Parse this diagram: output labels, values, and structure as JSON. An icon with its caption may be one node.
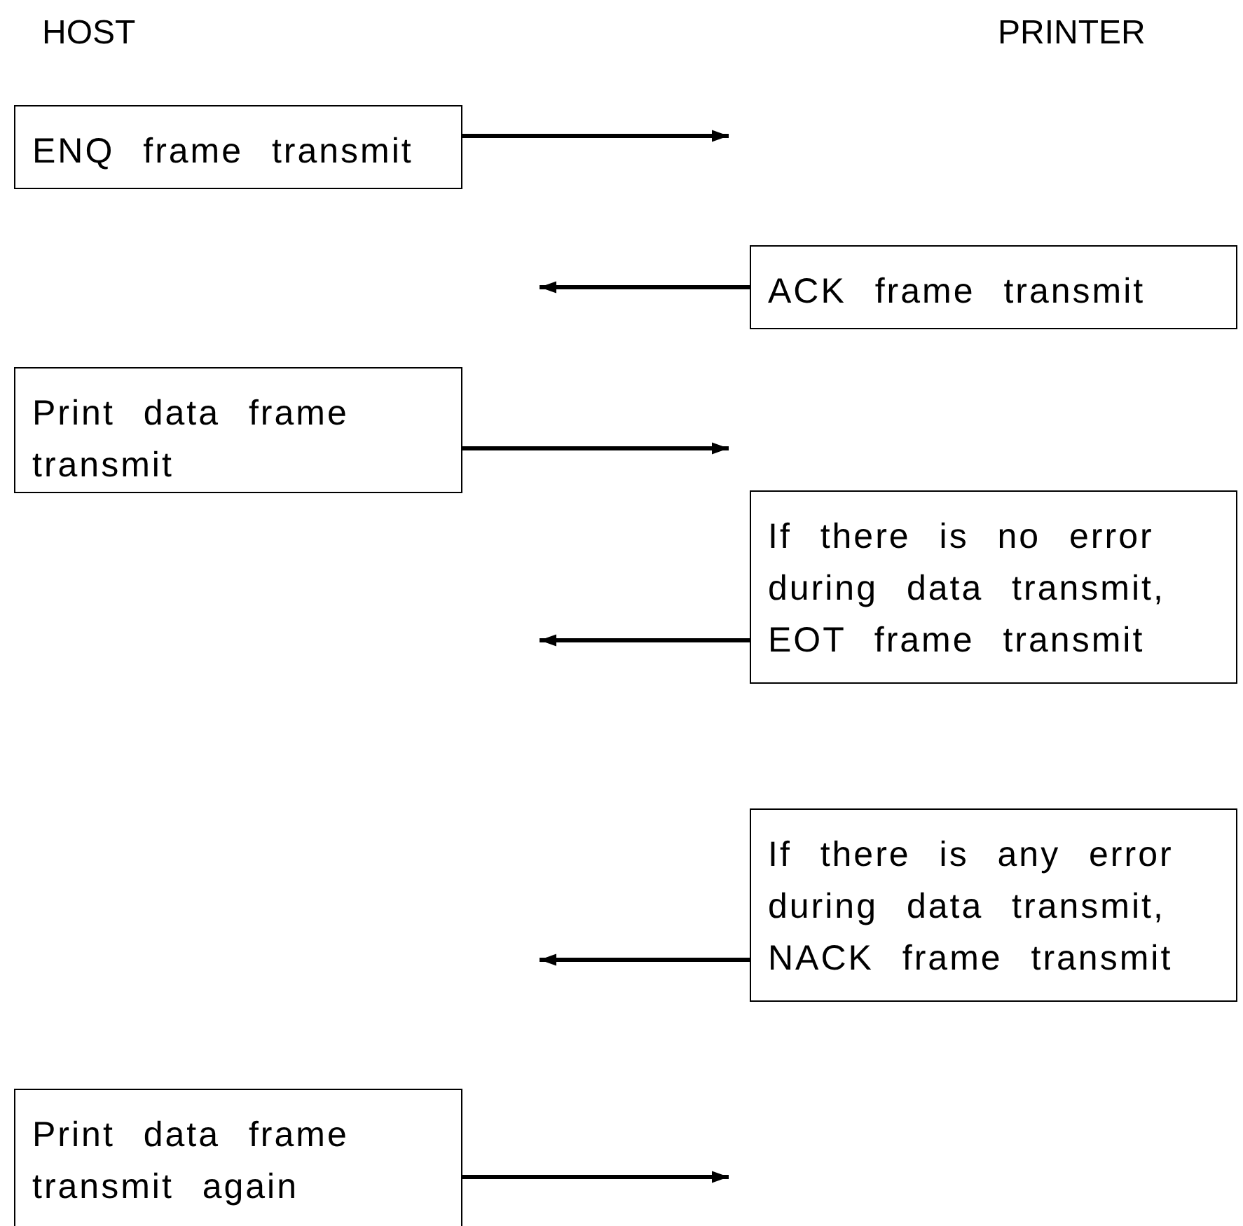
{
  "diagram": {
    "nodes": [
      {
        "text": [
          "ENQ frame transmit"
        ]
      },
      {
        "text": [
          "ACK frame transmit"
        ]
      },
      {
        "text": [
          "Print data frame transmit"
        ]
      },
      {
        "text": [
          "If there is no error during data transmit, EOT frame transmit"
        ]
      },
      {
        "text": [
          "If there is any error during data transmit, NACK frame transmit"
        ]
      },
      {
        "text": [
          "Print data frame transmit again"
        ]
      }
    ],
    "edges": [
      {
        "from": 0,
        "to": null,
        "arrow": "to"
      },
      {
        "from": 1,
        "to": null,
        "arrow": "to"
      },
      {
        "from": 2,
        "to": null,
        "arrow": "to"
      },
      {
        "from": 3,
        "to": null,
        "arrow": "to"
      },
      {
        "from": 4,
        "to": null,
        "arrow": "to"
      },
      {
        "from": 5,
        "to": null,
        "arrow": "to"
      }
    ],
    "labels": [
      "HOST",
      "PRINTER"
    ]
  }
}
